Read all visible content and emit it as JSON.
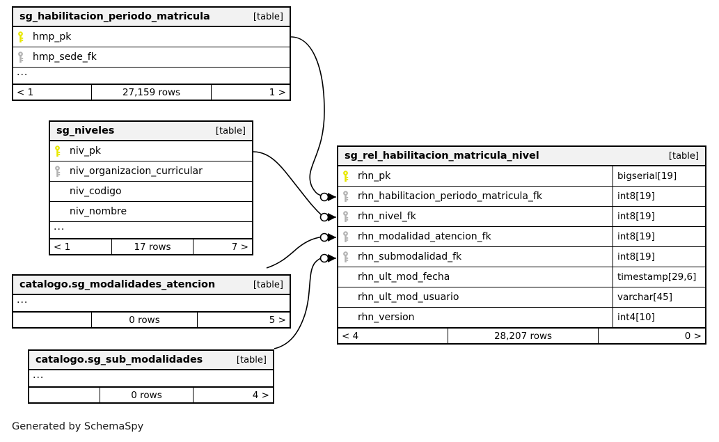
{
  "diagram": {
    "footer_caption": "Generated by SchemaSpy",
    "table_tag": "[table]",
    "ellipsis": "...",
    "colors": {
      "pk_key": "#e8e800",
      "fk_key": "#b3b3b3",
      "header_bg": "#f2f2f2",
      "border": "#000000",
      "background": "#ffffff"
    }
  },
  "tables": [
    {
      "id": "sg_habilitacion_periodo_matricula",
      "name": "sg_habilitacion_periodo_matricula",
      "tag": "[table]",
      "columns": [
        {
          "key": "pk",
          "name": "hmp_pk",
          "type": ""
        },
        {
          "key": "fk",
          "name": "hmp_sede_fk",
          "type": ""
        }
      ],
      "has_ellipsis": true,
      "footer": {
        "left": "< 1",
        "middle": "27,159 rows",
        "right": "1 >"
      }
    },
    {
      "id": "sg_niveles",
      "name": "sg_niveles",
      "tag": "[table]",
      "columns": [
        {
          "key": "pk",
          "name": "niv_pk",
          "type": ""
        },
        {
          "key": "fk",
          "name": "niv_organizacion_curricular",
          "type": ""
        },
        {
          "key": "none",
          "name": "niv_codigo",
          "type": ""
        },
        {
          "key": "none",
          "name": "niv_nombre",
          "type": ""
        }
      ],
      "has_ellipsis": true,
      "footer": {
        "left": "< 1",
        "middle": "17 rows",
        "right": "7 >"
      }
    },
    {
      "id": "catalogo_sg_modalidades_atencion",
      "name": "catalogo.sg_modalidades_atencion",
      "tag": "[table]",
      "columns": [],
      "has_ellipsis": true,
      "footer": {
        "left": "",
        "middle": "0 rows",
        "right": "5 >"
      }
    },
    {
      "id": "catalogo_sg_sub_modalidades",
      "name": "catalogo.sg_sub_modalidades",
      "tag": "[table]",
      "columns": [],
      "has_ellipsis": true,
      "footer": {
        "left": "",
        "middle": "0 rows",
        "right": "4 >"
      }
    },
    {
      "id": "sg_rel_habilitacion_matricula_nivel",
      "name": "sg_rel_habilitacion_matricula_nivel",
      "tag": "[table]",
      "columns": [
        {
          "key": "pk",
          "name": "rhn_pk",
          "type": "bigserial[19]"
        },
        {
          "key": "fk",
          "name": "rhn_habilitacion_periodo_matricula_fk",
          "type": "int8[19]"
        },
        {
          "key": "fk",
          "name": "rhn_nivel_fk",
          "type": "int8[19]"
        },
        {
          "key": "fk",
          "name": "rhn_modalidad_atencion_fk",
          "type": "int8[19]"
        },
        {
          "key": "fk",
          "name": "rhn_submodalidad_fk",
          "type": "int8[19]"
        },
        {
          "key": "none",
          "name": "rhn_ult_mod_fecha",
          "type": "timestamp[29,6]"
        },
        {
          "key": "none",
          "name": "rhn_ult_mod_usuario",
          "type": "varchar[45]"
        },
        {
          "key": "none",
          "name": "rhn_version",
          "type": "int4[10]"
        }
      ],
      "has_ellipsis": false,
      "footer": {
        "left": "< 4",
        "middle": "28,207 rows",
        "right": "0 >"
      }
    }
  ],
  "relationships": [
    {
      "from": "sg_habilitacion_periodo_matricula.hmp_pk",
      "to": "sg_rel_habilitacion_matricula_nivel.rhn_habilitacion_periodo_matricula_fk"
    },
    {
      "from": "sg_niveles.niv_pk",
      "to": "sg_rel_habilitacion_matricula_nivel.rhn_nivel_fk"
    },
    {
      "from": "catalogo.sg_modalidades_atencion",
      "to": "sg_rel_habilitacion_matricula_nivel.rhn_modalidad_atencion_fk"
    },
    {
      "from": "catalogo.sg_sub_modalidades",
      "to": "sg_rel_habilitacion_matricula_nivel.rhn_submodalidad_fk"
    }
  ]
}
